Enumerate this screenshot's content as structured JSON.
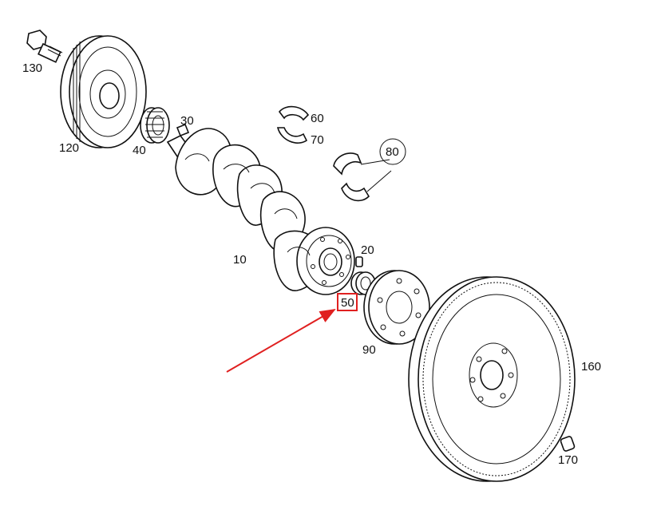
{
  "labels": {
    "p10": "10",
    "p20": "20",
    "p30": "30",
    "p40": "40",
    "p50": "50",
    "p60": "60",
    "p70": "70",
    "p80": "80",
    "p90": "90",
    "p120": "120",
    "p130": "130",
    "p160": "160",
    "p170": "170"
  },
  "highlight": {
    "label": "50",
    "color": "#e02020"
  }
}
